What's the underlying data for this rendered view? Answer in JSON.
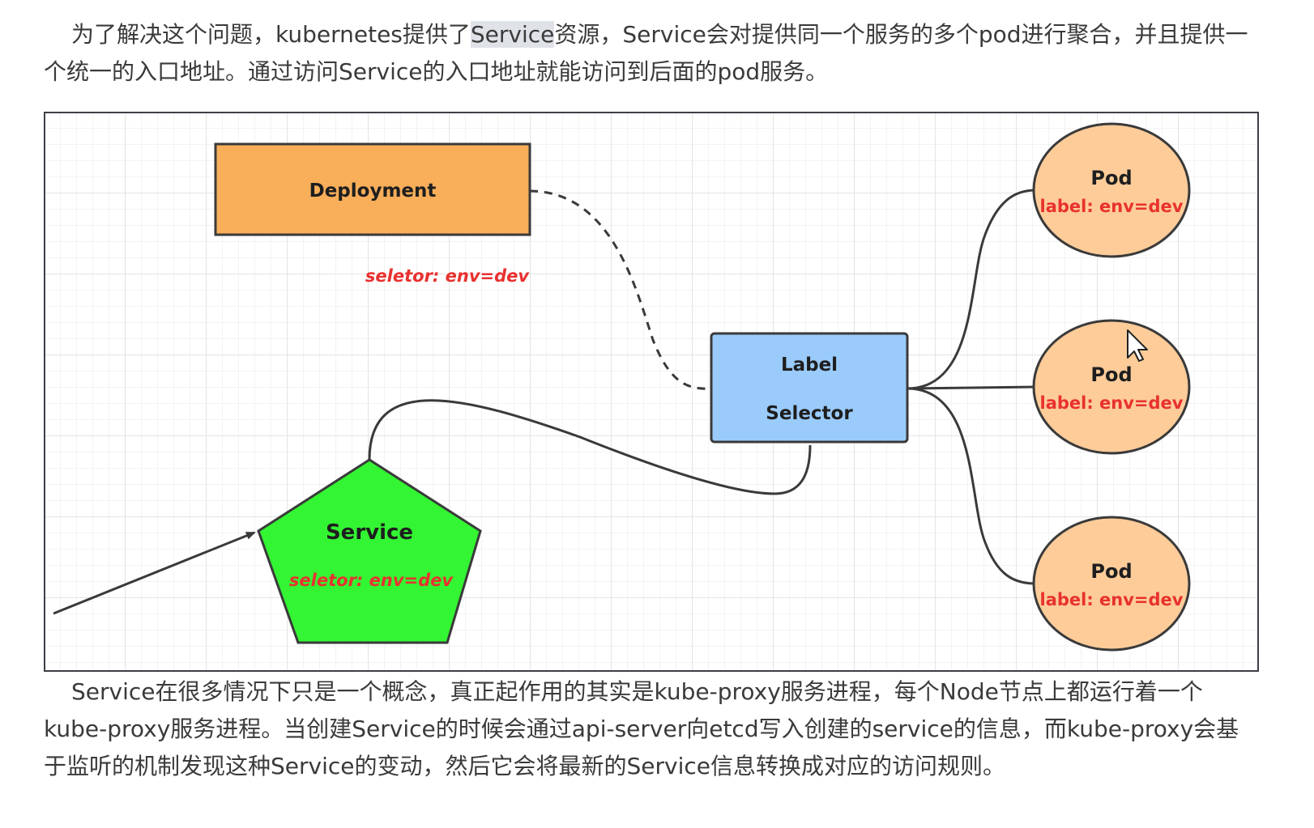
{
  "intro": {
    "before": "为了解决这个问题，kubernetes提供了",
    "highlight": "Service",
    "after": "资源，Service会对提供同一个服务的多个pod进行聚合，并且提供一个统一的入口地址。通过访问Service的入口地址就能访问到后面的pod服务。"
  },
  "diagram": {
    "deployment_label": "Deployment",
    "selector_note": "seletor:  env=dev",
    "label_selector": {
      "line1": "Label",
      "line2": "Selector"
    },
    "service": {
      "title": "Service",
      "selector": "seletor:  env=dev"
    },
    "pods": [
      {
        "title": "Pod",
        "label": "label: env=dev"
      },
      {
        "title": "Pod",
        "label": "label: env=dev"
      },
      {
        "title": "Pod",
        "label": "label: env=dev"
      }
    ],
    "colors": {
      "deployment": "#f9ae5a",
      "label_selector": "#9acbfa",
      "service": "#33f533",
      "pod": "#fdcc99",
      "red_text": "#e8312f",
      "stroke": "#3a3a3a"
    }
  },
  "outro": {
    "text": "Service在很多情况下只是一个概念，真正起作用的其实是kube-proxy服务进程，每个Node节点上都运行着一个kube-proxy服务进程。当创建Service的时候会通过api-server向etcd写入创建的service的信息，而kube-proxy会基于监听的机制发现这种Service的变动，然后它会将最新的Service信息转换成对应的访问规则。"
  }
}
